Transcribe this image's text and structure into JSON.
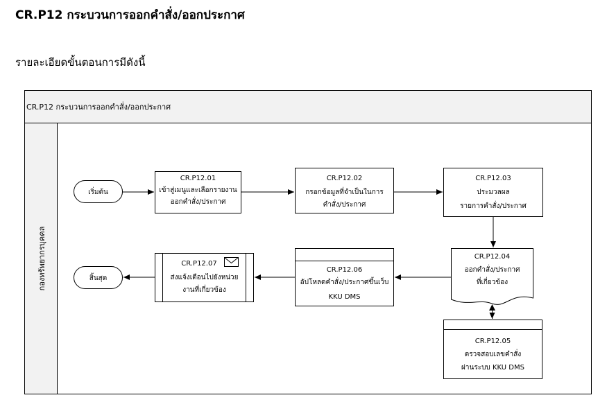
{
  "page": {
    "title": "CR.P12 กระบวนการออกคำสั่ง/ออกประกาศ",
    "subtitle": "รายละเอียดขั้นตอนการมีดังนี้"
  },
  "pool": {
    "title": "CR.P12  กระบวนการออกคำสั่ง/ออกประกาศ",
    "lane_label": "กองทรัพยากรบุคคล"
  },
  "terminals": {
    "start": "เริ่มต้น",
    "end": "สิ้นสุด"
  },
  "steps": {
    "s01": {
      "code": "CR.P12.01",
      "lines": [
        "เข้าสู่เมนูและเลือกรายงาน",
        "ออกคำสั่ง/ประกาศ"
      ]
    },
    "s02": {
      "code": "CR.P12.02",
      "lines": [
        "กรอกข้อมูลที่จำเป็นในการ",
        "คำสั่ง/ประกาศ"
      ]
    },
    "s03": {
      "code": "CR.P12.03",
      "lines": [
        "ประมวลผล",
        "รายการคำสั่ง/ประกาศ"
      ]
    },
    "s04": {
      "code": "CR.P12.04",
      "lines": [
        "ออกคำสั่ง/ประกาศ",
        "ที่เกี่ยวข้อง"
      ]
    },
    "s05": {
      "code": "CR.P12.05",
      "lines": [
        "ตรวจสอบเลขคำสั่ง",
        "ผ่านระบบ KKU DMS"
      ]
    },
    "s06": {
      "code": "CR.P12.06",
      "lines": [
        "อัปโหลดคำสั่ง/ประกาศขึ้นเว็บ",
        "KKU DMS"
      ]
    },
    "s07": {
      "code": "CR.P12.07",
      "lines": [
        "ส่งแจ้งเตือนไปยังหน่วย",
        "งานที่เกี่ยวข้อง"
      ]
    }
  },
  "colors": {
    "pool_header_bg": "#f2f2f2",
    "stroke": "#000000"
  },
  "icons": {
    "s07_icon": "envelope-icon"
  }
}
